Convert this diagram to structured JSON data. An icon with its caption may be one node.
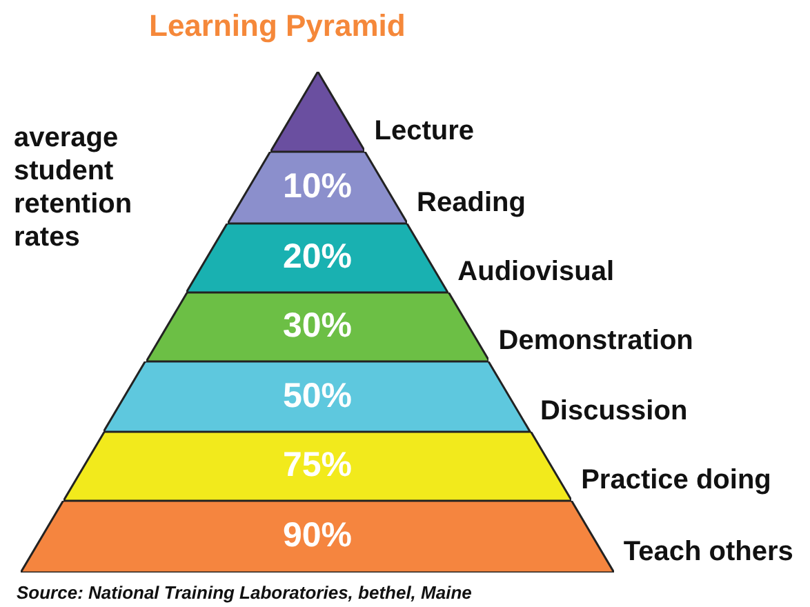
{
  "diagram": {
    "title": "Learning Pyramid",
    "caption": "Source: National Training Laboratories, bethel, Maine",
    "nodes": [
      {
        "text": [],
        "shape": "triangle",
        "beside": [
          "Lecture"
        ]
      },
      {
        "text": [
          "10%"
        ],
        "beside": [
          "Reading"
        ]
      },
      {
        "text": [
          "20%"
        ],
        "beside": [
          "Audiovisual"
        ]
      },
      {
        "text": [
          "30%"
        ],
        "beside": [
          "Demonstration"
        ]
      },
      {
        "text": [
          "50%"
        ],
        "beside": [
          "Discussion"
        ]
      },
      {
        "text": [
          "75%"
        ],
        "beside": [
          "Practice doing"
        ]
      },
      {
        "text": [
          "90%"
        ],
        "beside": [
          "Teach others"
        ]
      }
    ],
    "edges": [],
    "labels": [
      "average student retention rates"
    ]
  }
}
